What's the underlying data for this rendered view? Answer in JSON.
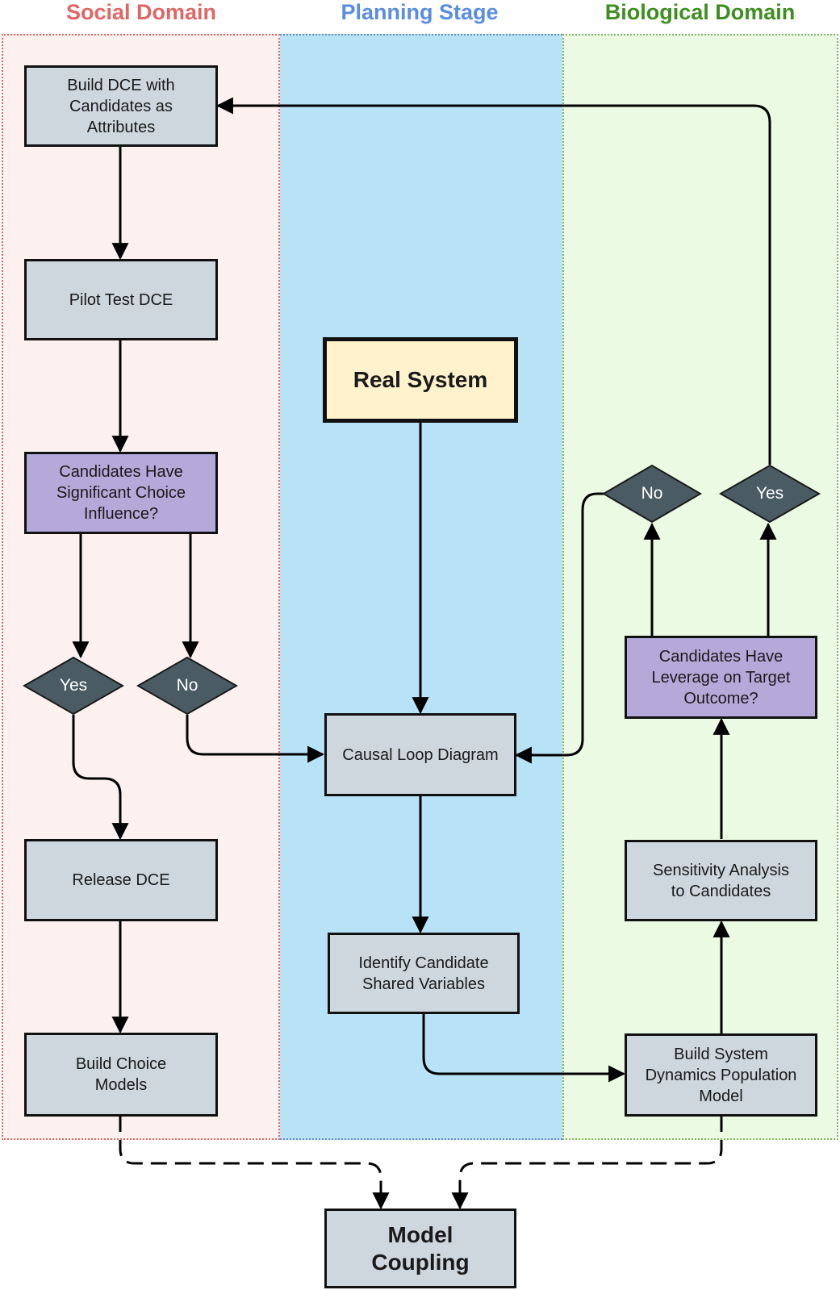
{
  "lanes": {
    "social": "Social Domain",
    "planning": "Planning Stage",
    "biological": "Biological Domain"
  },
  "boxes": {
    "build_dce": "Build DCE with\nCandidates as\nAttributes",
    "pilot_test": "Pilot Test DCE",
    "choice_influence": "Candidates Have\nSignificant Choice\nInfluence?",
    "release_dce": "Release DCE",
    "build_choice_models": "Build Choice\nModels",
    "real_system": "Real System",
    "causal_loop": "Causal Loop Diagram",
    "identify_candidates": "Identify Candidate\nShared Variables",
    "leverage": "Candidates Have\nLeverage on Target\nOutcome?",
    "sensitivity": "Sensitivity Analysis\nto Candidates",
    "build_sd_model": "Build System\nDynamics Population\nModel",
    "model_coupling": "Model\nCoupling"
  },
  "decisions": {
    "social_yes": "Yes",
    "social_no": "No",
    "bio_no": "No",
    "bio_yes": "Yes"
  },
  "colors": {
    "social": "#e06666",
    "planning": "#5a8de0",
    "biological": "#3e8e1f",
    "process_box": "#cdd7dd",
    "decision_box": "#b5a9d9",
    "real_system_box": "#fff2cc",
    "diamond": "#4b5b63"
  }
}
